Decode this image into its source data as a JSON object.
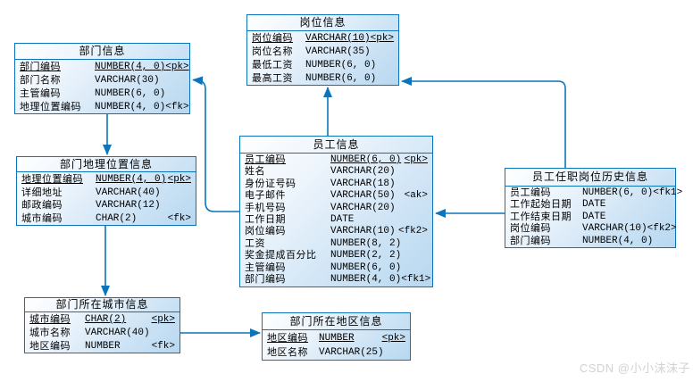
{
  "diagram": {
    "watermark": "CSDN @小小沫沫子",
    "colors": {
      "line": "#0c74ba",
      "table_fill_top": "#ffffff",
      "table_fill_bottom": "#b7d8f0",
      "text": "#000000",
      "watermark": "#d2d2d2"
    },
    "tables": [
      {
        "title": "部门信息",
        "columns": [
          {
            "name": "部门编码",
            "type": "NUMBER(4, 0)",
            "key": "<pk>"
          },
          {
            "name": "部门名称",
            "type": "VARCHAR(30)",
            "key": ""
          },
          {
            "name": "主管编码",
            "type": "NUMBER(6, 0)",
            "key": ""
          },
          {
            "name": "地理位置编码",
            "type": "NUMBER(4, 0)",
            "key": "<fk>"
          }
        ]
      },
      {
        "title": "岗位信息",
        "columns": [
          {
            "name": "岗位编码",
            "type": "VARCHAR(10)",
            "key": "<pk>"
          },
          {
            "name": "岗位名称",
            "type": "VARCHAR(35)",
            "key": ""
          },
          {
            "name": "最低工资",
            "type": "NUMBER(6, 0)",
            "key": ""
          },
          {
            "name": "最高工资",
            "type": "NUMBER(6, 0)",
            "key": ""
          }
        ]
      },
      {
        "title": "部门地理位置信息",
        "columns": [
          {
            "name": "地理位置编码",
            "type": "NUMBER(4, 0)",
            "key": "<pk>"
          },
          {
            "name": "详细地址",
            "type": "VARCHAR(40)",
            "key": ""
          },
          {
            "name": "邮政编码",
            "type": "VARCHAR(12)",
            "key": ""
          },
          {
            "name": "城市编码",
            "type": "CHAR(2)",
            "key": "<fk>"
          }
        ]
      },
      {
        "title": "员工信息",
        "columns": [
          {
            "name": "员工编码",
            "type": "NUMBER(6, 0)",
            "key": "<pk>"
          },
          {
            "name": "姓名",
            "type": "VARCHAR(20)",
            "key": ""
          },
          {
            "name": "身份证号码",
            "type": "VARCHAR(18)",
            "key": ""
          },
          {
            "name": "电子邮件",
            "type": "VARCHAR(50)",
            "key": "<ak>"
          },
          {
            "name": "手机号码",
            "type": "VARCHAR(20)",
            "key": ""
          },
          {
            "name": "工作日期",
            "type": "DATE",
            "key": ""
          },
          {
            "name": "岗位编码",
            "type": "VARCHAR(10)",
            "key": "<fk2>"
          },
          {
            "name": "工资",
            "type": "NUMBER(8, 2)",
            "key": ""
          },
          {
            "name": "奖金提成百分比",
            "type": "NUMBER(2, 2)",
            "key": ""
          },
          {
            "name": "主管编码",
            "type": "NUMBER(6, 0)",
            "key": ""
          },
          {
            "name": "部门编码",
            "type": "NUMBER(4, 0)",
            "key": "<fk1>"
          }
        ]
      },
      {
        "title": "员工任职岗位历史信息",
        "columns": [
          {
            "name": "员工编码",
            "type": "NUMBER(6, 0)",
            "key": "<fk1>"
          },
          {
            "name": "工作起始日期",
            "type": "DATE",
            "key": ""
          },
          {
            "name": "工作结束日期",
            "type": "DATE",
            "key": ""
          },
          {
            "name": "岗位编码",
            "type": "VARCHAR(10)",
            "key": "<fk2>"
          },
          {
            "name": "部门编码",
            "type": "NUMBER(4, 0)",
            "key": ""
          }
        ]
      },
      {
        "title": "部门所在城市信息",
        "columns": [
          {
            "name": "城市编码",
            "type": "CHAR(2)",
            "key": "<pk>"
          },
          {
            "name": "城市名称",
            "type": "VARCHAR(40)",
            "key": ""
          },
          {
            "name": "地区编码",
            "type": "NUMBER",
            "key": "<fk>"
          }
        ]
      },
      {
        "title": "部门所在地区信息",
        "columns": [
          {
            "name": "地区编码",
            "type": "NUMBER",
            "key": "<pk>"
          },
          {
            "name": "地区名称",
            "type": "VARCHAR(25)",
            "key": ""
          }
        ]
      }
    ],
    "relationships": [
      {
        "from": "部门信息",
        "to": "部门地理位置信息"
      },
      {
        "from": "部门地理位置信息",
        "to": "部门所在城市信息"
      },
      {
        "from": "员工信息",
        "to": "部门信息"
      },
      {
        "from": "员工信息",
        "to": "岗位信息"
      },
      {
        "from": "员工任职岗位历史信息",
        "to": "员工信息"
      },
      {
        "from": "员工任职岗位历史信息",
        "to": "岗位信息"
      },
      {
        "from": "部门所在城市信息",
        "to": "部门所在地区信息"
      }
    ]
  }
}
